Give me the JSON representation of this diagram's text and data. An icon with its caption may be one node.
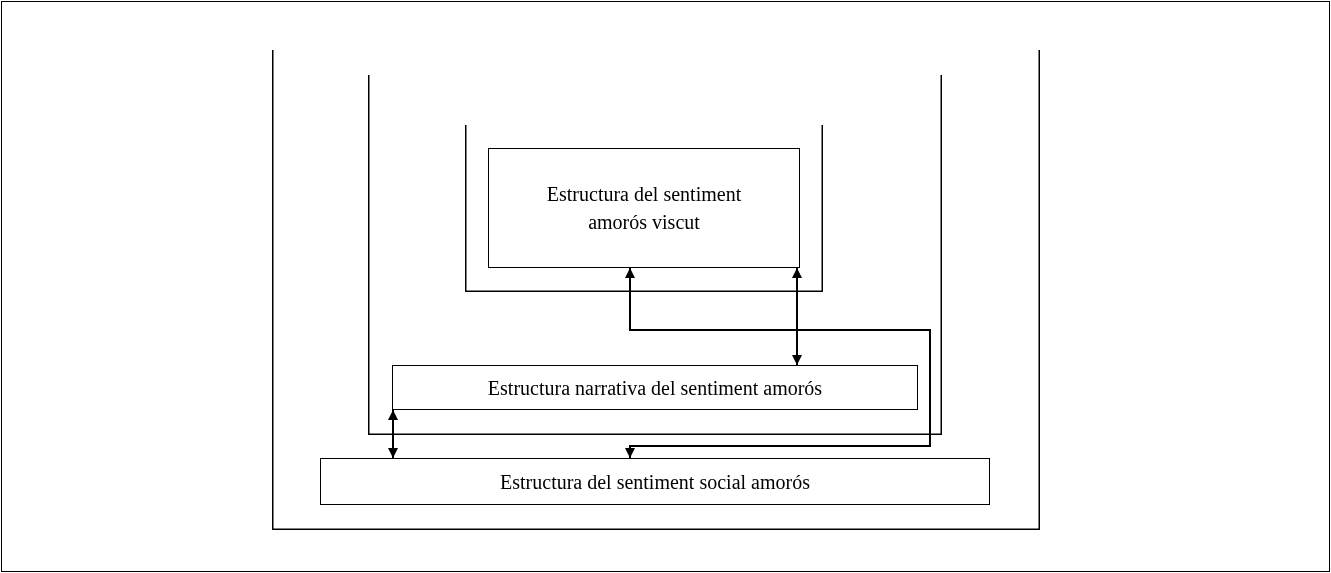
{
  "diagram": {
    "nodes": [
      {
        "text": [],
        "shape": "box"
      },
      {
        "text": [],
        "shape": "box",
        "in": 0
      },
      {
        "text": [],
        "shape": "box",
        "in": 1
      },
      {
        "text": [
          "Estructura del sentiment amorós viscut"
        ],
        "in": 2
      },
      {
        "text": [
          "Estructura narrativa del sentiment amorós"
        ],
        "in": 1
      },
      {
        "text": [
          "Estructura del sentiment social amorós"
        ],
        "in": 0
      }
    ],
    "edges": [
      {
        "from": 3,
        "to": 5,
        "arrow": "both"
      },
      {
        "from": 3,
        "to": 4,
        "arrow": "both"
      },
      {
        "from": 4,
        "to": 5,
        "arrow": "both"
      }
    ]
  }
}
